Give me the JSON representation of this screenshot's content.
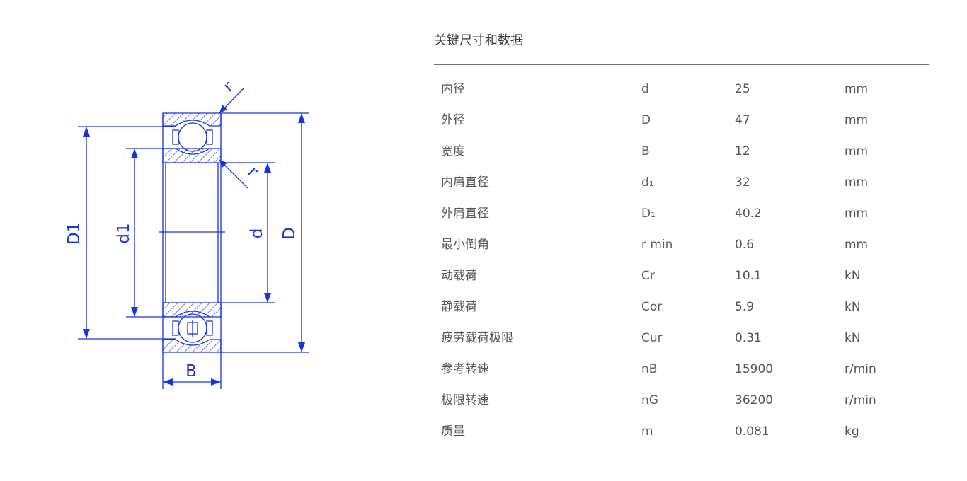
{
  "panel": {
    "title": "关键尺寸和数据"
  },
  "drawing": {
    "labels": {
      "D1": "D1",
      "d1": "d1",
      "d": "d",
      "D": "D",
      "B": "B",
      "r_top": "r",
      "r_bottom": "r"
    },
    "line_color": "#1a33d6"
  },
  "rows": [
    {
      "name": "内径",
      "symbol": "d",
      "value": "25",
      "unit": "mm"
    },
    {
      "name": "外径",
      "symbol": "D",
      "value": "47",
      "unit": "mm"
    },
    {
      "name": "宽度",
      "symbol": "B",
      "value": "12",
      "unit": "mm"
    },
    {
      "name": "内肩直径",
      "symbol": "d₁",
      "value": "32",
      "unit": "mm"
    },
    {
      "name": "外肩直径",
      "symbol": "D₁",
      "value": "40.2",
      "unit": "mm"
    },
    {
      "name": "最小倒角",
      "symbol": "r min",
      "value": "0.6",
      "unit": "mm"
    },
    {
      "name": "动载荷",
      "symbol": "Cr",
      "value": "10.1",
      "unit": "kN"
    },
    {
      "name": "静载荷",
      "symbol": "Cor",
      "value": "5.9",
      "unit": "kN"
    },
    {
      "name": "疲劳载荷极限",
      "symbol": "Cur",
      "value": "0.31",
      "unit": "kN"
    },
    {
      "name": "参考转速",
      "symbol": "nB",
      "value": "15900",
      "unit": "r/min"
    },
    {
      "name": "极限转速",
      "symbol": "nG",
      "value": "36200",
      "unit": "r/min"
    },
    {
      "name": "质量",
      "symbol": "m",
      "value": "0.081",
      "unit": "kg"
    }
  ]
}
